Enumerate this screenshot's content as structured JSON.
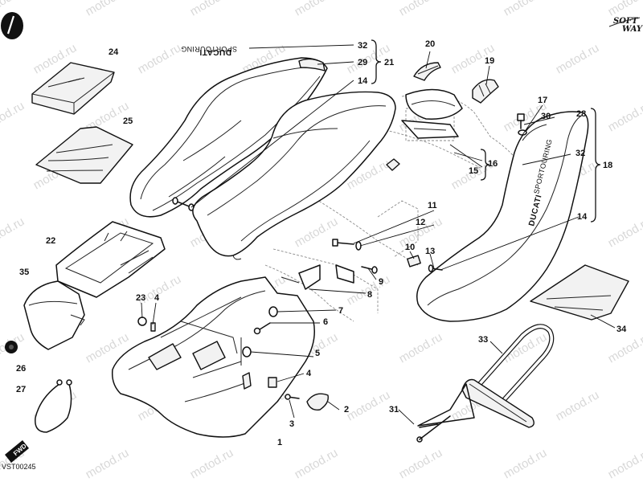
{
  "diagram": {
    "drawing_code": "VST00245",
    "forward_marker": "FWD",
    "logo": {
      "line1": "SOFT",
      "line2": "WAY"
    },
    "watermark_text": "motod.ru",
    "seat_branding": {
      "tail_left": {
        "brand": "DUCATI",
        "model": "SPORTOURING"
      },
      "tail_right": {
        "brand": "DUCATI",
        "model": "SPORTOURING"
      }
    },
    "callouts": [
      {
        "id": "1",
        "label": "1"
      },
      {
        "id": "2",
        "label": "2"
      },
      {
        "id": "3",
        "label": "3"
      },
      {
        "id": "4a",
        "label": "4"
      },
      {
        "id": "4b",
        "label": "4"
      },
      {
        "id": "5",
        "label": "5"
      },
      {
        "id": "6",
        "label": "6"
      },
      {
        "id": "7",
        "label": "7"
      },
      {
        "id": "8",
        "label": "8"
      },
      {
        "id": "9",
        "label": "9"
      },
      {
        "id": "10",
        "label": "10"
      },
      {
        "id": "11",
        "label": "11"
      },
      {
        "id": "12",
        "label": "12"
      },
      {
        "id": "13",
        "label": "13"
      },
      {
        "id": "14a",
        "label": "14"
      },
      {
        "id": "14b",
        "label": "14"
      },
      {
        "id": "15",
        "label": "15"
      },
      {
        "id": "16",
        "label": "16"
      },
      {
        "id": "17",
        "label": "17"
      },
      {
        "id": "18",
        "label": "18"
      },
      {
        "id": "19",
        "label": "19"
      },
      {
        "id": "20",
        "label": "20"
      },
      {
        "id": "21",
        "label": "21"
      },
      {
        "id": "22",
        "label": "22"
      },
      {
        "id": "23",
        "label": "23"
      },
      {
        "id": "24",
        "label": "24"
      },
      {
        "id": "25",
        "label": "25"
      },
      {
        "id": "26",
        "label": "26"
      },
      {
        "id": "27",
        "label": "27"
      },
      {
        "id": "28",
        "label": "28"
      },
      {
        "id": "29",
        "label": "29"
      },
      {
        "id": "30",
        "label": "30"
      },
      {
        "id": "31",
        "label": "31"
      },
      {
        "id": "32a",
        "label": "32"
      },
      {
        "id": "32b",
        "label": "32"
      },
      {
        "id": "33",
        "label": "33"
      },
      {
        "id": "34",
        "label": "34"
      },
      {
        "id": "35",
        "label": "35"
      }
    ]
  }
}
